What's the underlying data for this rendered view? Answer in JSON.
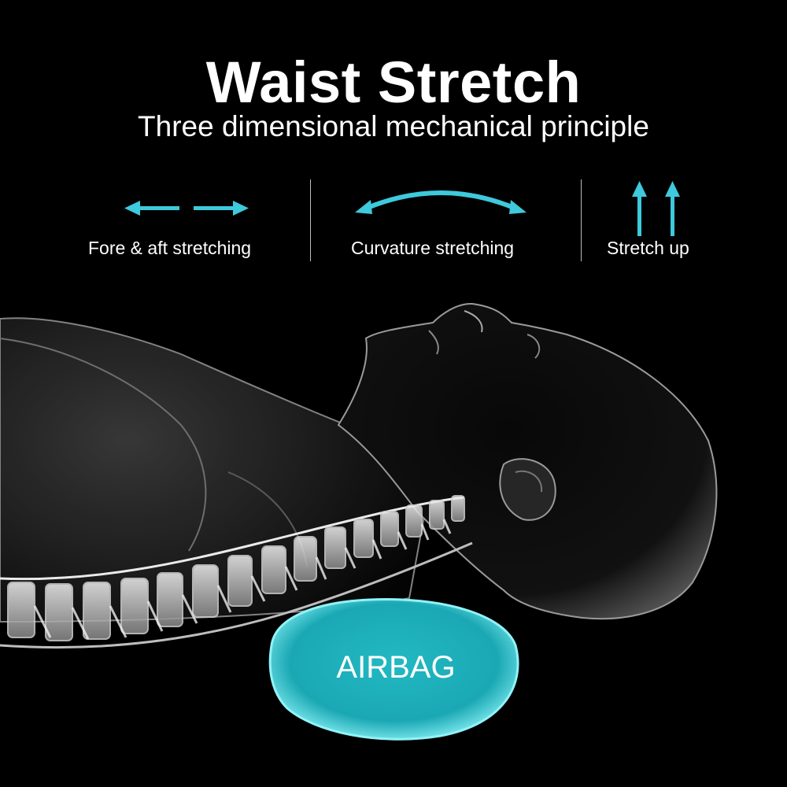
{
  "header": {
    "title": "Waist Stretch",
    "subtitle": "Three dimensional mechanical principle"
  },
  "features": [
    {
      "label": "Fore & aft stretching",
      "icon": "horizontal-arrows-icon"
    },
    {
      "label": "Curvature stretching",
      "icon": "curved-arrow-icon"
    },
    {
      "label": "Stretch up",
      "icon": "up-arrows-icon"
    }
  ],
  "airbag": {
    "label": "AIRBAG"
  },
  "colors": {
    "accent": "#3ec9dc",
    "airbag": "#22b9c3",
    "background": "#000000"
  }
}
